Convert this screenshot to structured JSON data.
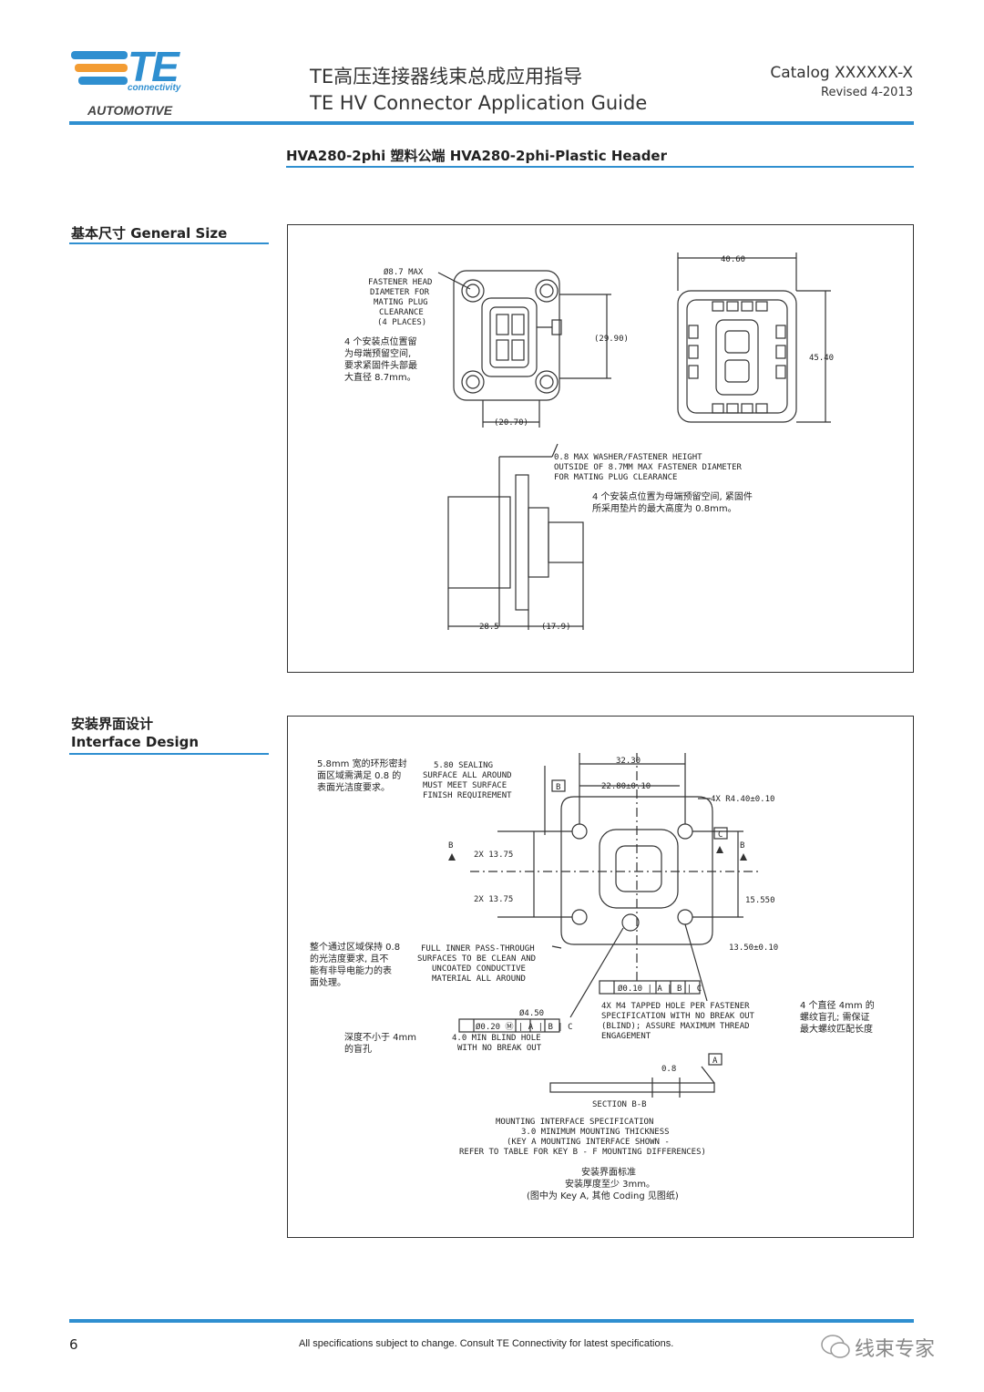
{
  "header": {
    "logo_text": "TE",
    "logo_sub": "connectivity",
    "logo_division": "AUTOMOTIVE",
    "title_cn": "TE高压连接器线束总成应用指导",
    "title_en": "TE HV Connector Application Guide",
    "catalog": "Catalog XXXXXX-X",
    "revised": "Revised 4-2013"
  },
  "subtitle": "HVA280-2phi 塑料公端 HVA280-2phi-Plastic Header",
  "section1": {
    "heading": "基本尺寸 General Size",
    "note_fastener_en": [
      "Ø8.7 MAX",
      "FASTENER HEAD",
      "DIAMETER FOR",
      "MATING PLUG",
      "CLEARANCE",
      "(4 PLACES)"
    ],
    "note_fastener_cn": [
      "4 个安装点位置留",
      "为母端预留空间,",
      "要求紧固件头部最",
      "大直径 8.7mm。"
    ],
    "dim_29_90": "(29.90)",
    "dim_20_70": "(20.70)",
    "dim_40_60": "40.60",
    "dim_45_40": "45.40",
    "note_washer_en": [
      "0.8 MAX WASHER/FASTENER HEIGHT",
      "OUTSIDE OF 8.7MM MAX FASTENER DIAMETER",
      "FOR MATING PLUG CLEARANCE"
    ],
    "note_washer_cn": [
      "4 个安装点位置为母端预留空间, 紧固件",
      "所采用垫片的最大高度为 0.8mm。"
    ],
    "dim_28_5": "28.5",
    "dim_17_9": "(17.9)"
  },
  "section2": {
    "heading_cn": "安装界面设计",
    "heading_en": "Interface Design",
    "note_sealing_cn": [
      "5.8mm 宽的环形密封",
      "面区域需满足 0.8 的",
      "表面光洁度要求。"
    ],
    "note_sealing_en": [
      "5.80 SEALING",
      "SURFACE ALL AROUND",
      "MUST MEET SURFACE",
      "FINISH REQUIREMENT"
    ],
    "dim_32_30": "32.30",
    "dim_22_80": "22.80±0.10",
    "dim_r4": "4X R4.40±0.10",
    "dim_2x_13_75": "2X 13.75",
    "dim_15_550": "15.550",
    "dim_13_50": "13.50±0.10",
    "datum_b": "B",
    "datum_c": "C",
    "datum_a": "A",
    "note_pass_cn": [
      "整个通过区域保持 0.8",
      "的光洁度要求, 且不",
      "能有非导电能力的表",
      "面处理。"
    ],
    "note_pass_en": [
      "FULL INNER PASS-THROUGH",
      "SURFACES TO BE CLEAN AND",
      "UNCOATED CONDUCTIVE",
      "MATERIAL ALL AROUND"
    ],
    "gdt_tapped": "Ø0.10 | A | B | C",
    "note_tapped_en": [
      "4X M4 TAPPED HOLE PER FASTENER",
      "SPECIFICATION WITH NO BREAK OUT",
      "(BLIND); ASSURE MAXIMUM THREAD",
      "ENGAGEMENT"
    ],
    "note_tapped_cn": [
      "4 个直径 4mm 的",
      "螺纹盲孔; 需保证",
      "最大螺纹匹配长度"
    ],
    "dim_4_50": "Ø4.50",
    "gdt_hole": "Ø0.20 Ⓜ | A | B | C",
    "note_hole_en": [
      "4.0 MIN BLIND HOLE",
      "WITH NO BREAK OUT"
    ],
    "note_hole_cn": [
      "深度不小于 4mm",
      "的盲孔"
    ],
    "finish": "0.8",
    "section_label": "SECTION B-B",
    "spec_en": [
      "MOUNTING INTERFACE SPECIFICATION",
      "3.0 MINIMUM MOUNTING THICKNESS",
      "(KEY A MOUNTING INTERFACE SHOWN -",
      "REFER TO TABLE FOR KEY B - F MOUNTING DIFFERENCES)"
    ],
    "spec_cn": [
      "安装界面标准",
      "安装厚度至少 3mm。",
      "(图中为 Key A, 其他 Coding 见图纸)"
    ]
  },
  "footer": {
    "page": "6",
    "note": "All specifications subject to change. Consult TE Connectivity for latest specifications.",
    "watermark": "线束专家"
  },
  "colors": {
    "accent": "#2f8fd0",
    "line": "#333333"
  }
}
